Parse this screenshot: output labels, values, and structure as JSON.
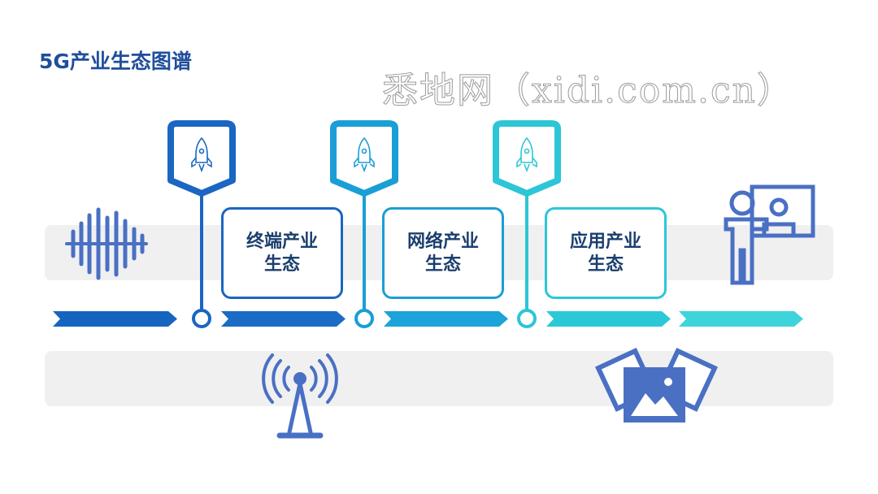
{
  "title": "5G产业生态图谱",
  "stages": [
    {
      "label": "终端产业生态",
      "color": "#1a66c2"
    },
    {
      "label": "网络产业生态",
      "color": "#1a9ed6"
    },
    {
      "label": "应用产业生态",
      "color": "#2cc6d6"
    }
  ],
  "arrow_colors": [
    "#1565c0",
    "#1a6cc4",
    "#1ba3da",
    "#2bc8d8",
    "#3fd3dc"
  ],
  "icons": [
    "sound-wave-icon",
    "radio-tower-icon",
    "presenter-board-icon",
    "pictures-icon",
    "rocket-icon"
  ],
  "watermark": "悉地网（xidi.com.cn）"
}
